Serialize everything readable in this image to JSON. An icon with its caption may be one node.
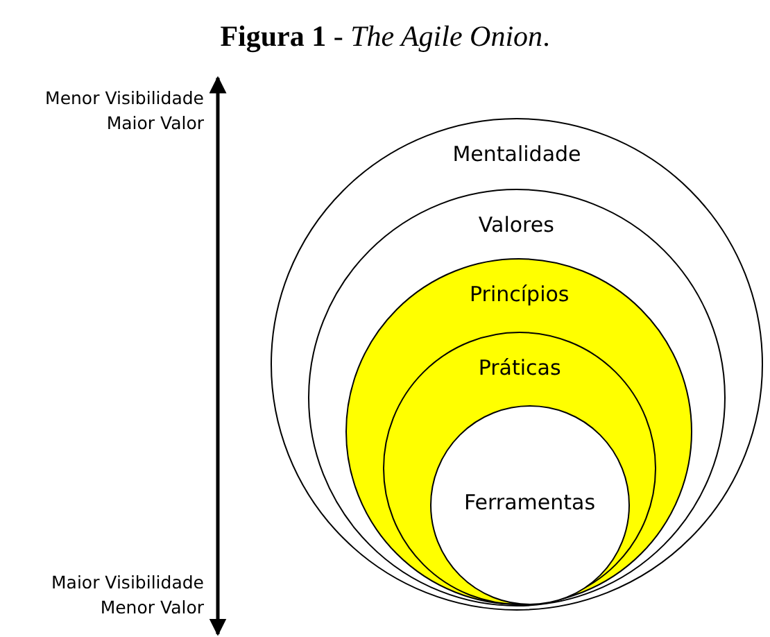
{
  "diagram": {
    "title": "**Figura 1** - *The Agile Onion*.",
    "nodes": [
      {
        "text": [
          "Mentalidade"
        ]
      },
      {
        "text": [
          "Valores"
        ],
        "in": 0
      },
      {
        "text": [
          "Princípios"
        ],
        "in": 1
      },
      {
        "text": [
          "Práticas"
        ],
        "in": 2
      },
      {
        "text": [
          "Ferramentas"
        ],
        "in": 3
      }
    ],
    "labels": [
      "Menor Visibilidade Maior Valor",
      "Maior Visibilidade Menor Valor"
    ]
  }
}
